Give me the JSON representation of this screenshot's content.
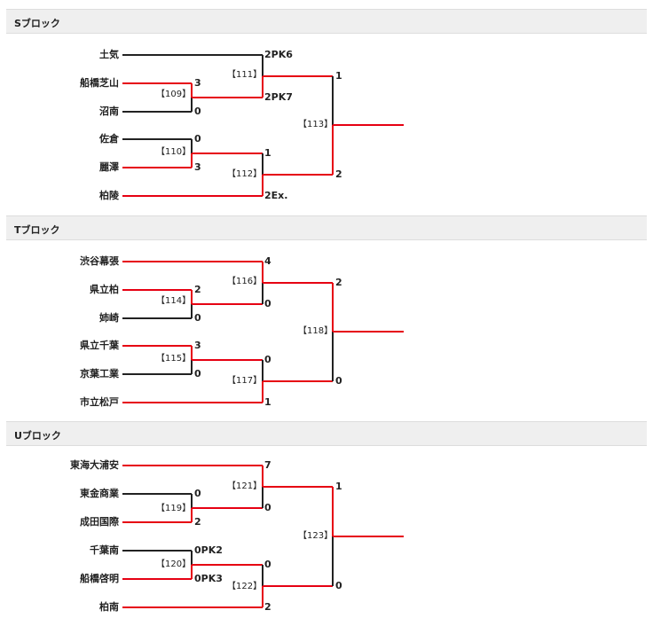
{
  "colors": {
    "win": "#e60012",
    "lose": "#222222"
  },
  "blocks": [
    {
      "title": "Sブロック",
      "teams": [
        "土気",
        "船橋芝山",
        "沼南",
        "佐倉",
        "麗澤",
        "柏陵"
      ],
      "winners": [
        false,
        true,
        false,
        false,
        true,
        true
      ],
      "r1": [
        {
          "no": "【109】",
          "top_score": "3",
          "bot_score": "0"
        },
        {
          "no": "【110】",
          "top_score": "0",
          "bot_score": "3"
        }
      ],
      "r2": [
        {
          "no": "【111】",
          "top_score": "2PK6",
          "bot_score": "2PK7",
          "winner": "bot"
        },
        {
          "no": "【112】",
          "top_score": "1",
          "bot_score": "2Ex.",
          "winner": "bot"
        }
      ],
      "final": {
        "no": "【113】",
        "top_score": "1",
        "bot_score": "2",
        "winner": "bot"
      }
    },
    {
      "title": "Tブロック",
      "teams": [
        "渋谷幕張",
        "県立柏",
        "姉崎",
        "県立千葉",
        "京葉工業",
        "市立松戸"
      ],
      "winners": [
        true,
        true,
        false,
        true,
        false,
        true
      ],
      "r1": [
        {
          "no": "【114】",
          "top_score": "2",
          "bot_score": "0"
        },
        {
          "no": "【115】",
          "top_score": "3",
          "bot_score": "0"
        }
      ],
      "r2": [
        {
          "no": "【116】",
          "top_score": "4",
          "bot_score": "0",
          "winner": "top"
        },
        {
          "no": "【117】",
          "top_score": "0",
          "bot_score": "1",
          "winner": "bot"
        }
      ],
      "final": {
        "no": "【118】",
        "top_score": "2",
        "bot_score": "0",
        "winner": "top"
      }
    },
    {
      "title": "Uブロック",
      "teams": [
        "東海大浦安",
        "東金商業",
        "成田国際",
        "千葉南",
        "船橋啓明",
        "柏南"
      ],
      "winners": [
        true,
        false,
        true,
        false,
        true,
        true
      ],
      "r1": [
        {
          "no": "【119】",
          "top_score": "0",
          "bot_score": "2"
        },
        {
          "no": "【120】",
          "top_score": "0PK2",
          "bot_score": "0PK3"
        }
      ],
      "r2": [
        {
          "no": "【121】",
          "top_score": "7",
          "bot_score": "0",
          "winner": "top"
        },
        {
          "no": "【122】",
          "top_score": "0",
          "bot_score": "2",
          "winner": "bot"
        }
      ],
      "final": {
        "no": "【123】",
        "top_score": "1",
        "bot_score": "0",
        "winner": "top"
      }
    }
  ]
}
